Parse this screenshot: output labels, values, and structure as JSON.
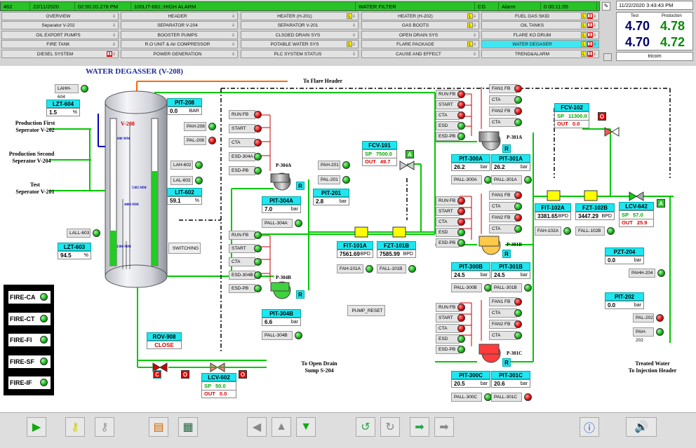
{
  "alarm_bar": {
    "id": "462",
    "date": "22/11/2020",
    "time": "02:50:20.278 PM",
    "message": "100LIT-681::HIGH ALARM",
    "area": "WATER FILTER",
    "code": "CG",
    "type": "Alarm",
    "duration": "0 00:11:05"
  },
  "clock": "11/22/2020 3:43:43 PM",
  "readings": {
    "test_label": "Test",
    "production_label": "Production",
    "t1": "4.70",
    "p1": "4.78",
    "t2": "4.70",
    "p2": "4.72"
  },
  "brand": "tricom",
  "nav": [
    [
      "OVERVIEW",
      "HEADER",
      "HEATER (H-201)",
      "HEATER (H-202)",
      "FUEL GAS SKID"
    ],
    [
      "Separator V-202",
      "SEPARATOR V-204",
      "SEPARATOR V-201",
      "GAS BOOTS",
      "OIL TANKS"
    ],
    [
      "OIL EXPORT PUMPS",
      "BOOSTER PUMPS",
      "CLSOED DRAIN SYS",
      "OPEN DRAIN SYS",
      "FLARE KO DRUM"
    ],
    [
      "FIRE TANK",
      "R.O UNIT & Air COMPRESSOR",
      "POTABLE WATER SYS",
      "FLARE PACKAGE",
      "WATER DEGASER"
    ],
    [
      "DIESEL SYSTEM",
      "POWER GENERATION",
      "PLC  SYSTEM STATUS",
      "CAUSE AND EFFECT",
      "TREND&ALARM"
    ]
  ],
  "title": "WATER DEGASSER (V-208)",
  "vessel": {
    "name": "V-208",
    "dim1": "800 MM",
    "dim2": "5305 MM",
    "dim3": "4800 MM",
    "dim4": "1300 MM"
  },
  "labels": {
    "flare": "To Flare Header",
    "prod_first": "Production First\nSeperator V-202",
    "prod_second": "Production Second\nSeperator V-204",
    "test_sep": "Test\nSeperator V-201",
    "open_drain": "To Open Drain\nSump S-204",
    "treated": "Treated Water\nTo Injection Header",
    "switching": "SWITCHING",
    "pump_reset": "PUMP_RESET"
  },
  "instruments": {
    "LZT-604": {
      "tag": "LZT-604",
      "value": "1.5",
      "unit": "%"
    },
    "LZT-603": {
      "tag": "LZT-603",
      "value": "94.5",
      "unit": "%"
    },
    "PIT-208": {
      "tag": "PIT-208",
      "value": "0.0",
      "unit": "BAR"
    },
    "LIT-602": {
      "tag": "LIT-602",
      "value": "59.1",
      "unit": "%"
    },
    "PIT-201": {
      "tag": "PIT-201",
      "value": "2.8",
      "unit": "bar"
    },
    "PIT-304A": {
      "tag": "PIT-304A",
      "value": "7.0",
      "unit": "bar"
    },
    "PIT-304B": {
      "tag": "PIT-304B",
      "value": "6.6",
      "unit": "bar"
    },
    "FIT-101A": {
      "tag": "FIT-101A",
      "value": "7561.69",
      "unit": "BPD"
    },
    "FZT-101B": {
      "tag": "FZT-101B",
      "value": "7585.99",
      "unit": "BPD"
    },
    "PIT-300A": {
      "tag": "PIT-300A",
      "value": "26.2",
      "unit": "bar"
    },
    "PIT-301A": {
      "tag": "PIT-301A",
      "value": "26.2",
      "unit": "bar"
    },
    "PIT-300B": {
      "tag": "PIT-300B",
      "value": "24.5",
      "unit": "bar"
    },
    "PIT-301B": {
      "tag": "PIT-301B",
      "value": "24.5",
      "unit": "bar"
    },
    "PIT-300C": {
      "tag": "PIT-300C",
      "value": "20.5",
      "unit": "bar"
    },
    "PIT-301C": {
      "tag": "PIT-301C",
      "value": "20.6",
      "unit": "bar"
    },
    "FIT-102A": {
      "tag": "FIT-102A",
      "value": "3381.65",
      "unit": "BPD"
    },
    "FZT-102B": {
      "tag": "FZT-102B",
      "value": "3447.29",
      "unit": "BPD"
    },
    "PZT-204": {
      "tag": "PZT-204",
      "value": "0.0",
      "unit": "bar"
    },
    "PIT-202": {
      "tag": "PIT-202",
      "value": "0.0",
      "unit": "bar"
    }
  },
  "controllers": {
    "FCV-101": {
      "tag": "FCV-101",
      "sp_label": "SP",
      "sp": "7500.0",
      "out_label": "OUT",
      "out": "49.7",
      "mode": "A"
    },
    "FCV-102": {
      "tag": "FCV-102",
      "sp_label": "SP",
      "sp": "11300.0",
      "out_label": "OUT",
      "out": "0.0",
      "mode": "O"
    },
    "LCV-602": {
      "tag": "LCV-602",
      "sp_label": "SP",
      "sp": "50.0",
      "out_label": "OUT",
      "out": "0.0",
      "mode": "O"
    },
    "LCV-642": {
      "tag": "LCV-642",
      "sp_label": "SP",
      "sp": "57.0",
      "out_label": "OUT",
      "out": "25.9",
      "mode": "A"
    },
    "ROV-908": {
      "tag": "ROV-908",
      "state": "CLOSE",
      "mode": "C"
    }
  },
  "indicators": {
    "LAHH-604": "LAHH-604",
    "PAH-208": "PAH-208",
    "PAL-208": "PAL-208",
    "LAH-602": "LAH-602",
    "LAL-602": "LAL-602",
    "LALL-603": "LALL-603",
    "PAH-201": "PAH-201",
    "PAL-201": "PAL-201",
    "PALL-304A": "PALL-304A",
    "PALL-304B": "PALL-304B",
    "FAH-101A": "FAH-101A",
    "FALL-101B": "FALL-101B",
    "PALL-300A": "PALL-300A",
    "PALL-301A": "PALL-301A",
    "PALL-300B": "PALL-300B",
    "PALL-301B": "PALL-301B",
    "PALL-300C": "PALL-300C",
    "PALL-301C": "PALL-301C",
    "FAH-102A": "FAH-102A",
    "FALL-102B": "FALL-102B",
    "PAHH-204": "PAHH-204",
    "PAL-202": "PAL-202",
    "PAH-202": "PAH-202"
  },
  "pumps": {
    "P-304A": "P-304A",
    "P-304B": "P-304B",
    "P-301A": "P-301A",
    "P-301B": "P-301B",
    "P-301C": "P-301C",
    "mode": "R"
  },
  "status_labels": [
    "RUN FB",
    "START",
    "CTA",
    "ESD-304A",
    "ESD-PB"
  ],
  "status_labels_b": [
    "RUN FB",
    "START",
    "CTA",
    "ESD-304B",
    "ESD-PB"
  ],
  "status_labels_301": [
    "RUN FB",
    "START",
    "CTA",
    "ESD",
    "ESD-PB"
  ],
  "fan_labels": [
    "FAN1 FB",
    "CTA",
    "FAN2 FB",
    "CTA"
  ],
  "fire": [
    "FIRE-CA",
    "FIRE-CT",
    "FIRE-FI",
    "FIRE-SF",
    "FIRE-IF"
  ]
}
